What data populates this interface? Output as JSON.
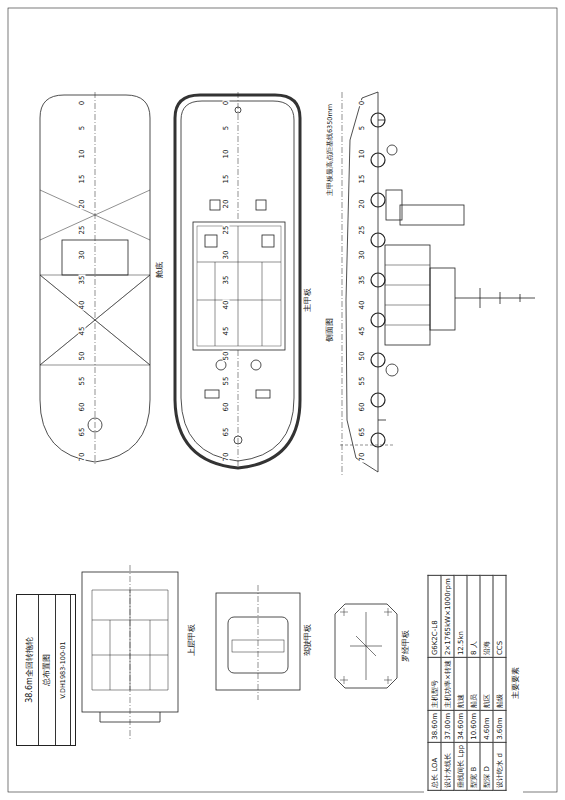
{
  "diagram": {
    "nodes": [
      {
        "text": [
          "38.6m全回转拖轮",
          "总布置图",
          "V.DH1983-100-01"
        ]
      },
      {
        "text": [
          "主要要素"
        ]
      }
    ],
    "labels": [
      "0",
      "5",
      "10",
      "15",
      "20",
      "25",
      "30",
      "35",
      "40",
      "45",
      "50",
      "55",
      "60",
      "65",
      "70",
      "0",
      "5",
      "10",
      "15",
      "20",
      "25",
      "30",
      "35",
      "40",
      "45",
      "50",
      "55",
      "60",
      "65",
      "70",
      "0",
      "5",
      "10",
      "15",
      "20",
      "25",
      "30",
      "35",
      "40",
      "45",
      "50",
      "55",
      "60",
      "65",
      "70",
      "舱底",
      "主甲板",
      "侧面图",
      "上层甲板",
      "驾驶甲板",
      "罗经甲板",
      "主甲板最高点距基线6350mm",
      "总长 LOA",
      "38.60m",
      "主机型号",
      "G6K2C-L8",
      "设计水线长",
      "37.00m",
      "主机功率×转速",
      "2×1765kW×1000rpm",
      "垂线间长 Lpp",
      "34.60m",
      "航速",
      "12.5kn",
      "型宽 B",
      "10.60m",
      "船员",
      "8 人",
      "型深 D",
      "4.60m",
      "航区",
      "沿海",
      "设计吃水 d",
      "3.60m",
      "船级",
      "CCS"
    ]
  }
}
